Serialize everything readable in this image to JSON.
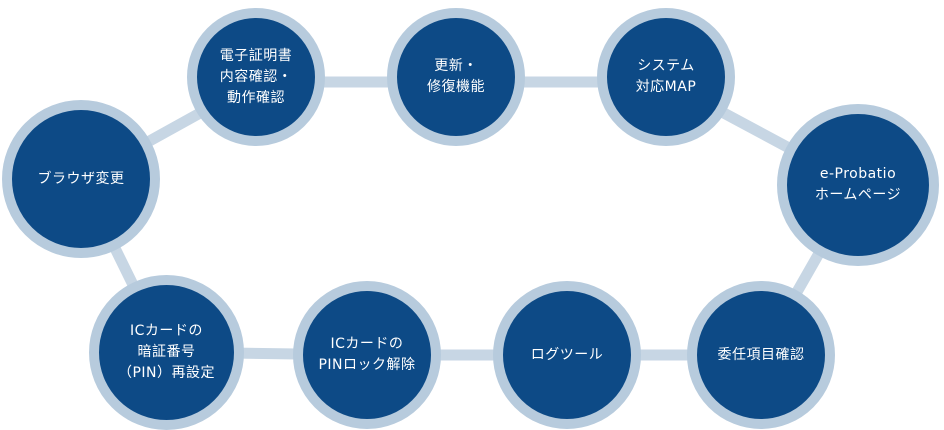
{
  "colors": {
    "node_fill": "#0d4a86",
    "node_ring": "#b7cbdd",
    "connector": "#c7d6e4",
    "label_text": "#ffffff"
  },
  "nodes": [
    {
      "id": "cert-check",
      "label": "電子証明書\n内容確認・\n動作確認"
    },
    {
      "id": "update",
      "label": "更新・\n修復機能"
    },
    {
      "id": "system-map",
      "label": "システム\n対応MAP"
    },
    {
      "id": "homepage",
      "label": "e-Probatio\nホームページ"
    },
    {
      "id": "delegation",
      "label": "委任項目確認"
    },
    {
      "id": "log-tool",
      "label": "ログツール"
    },
    {
      "id": "pin-unlock",
      "label": "ICカードの\nPINロック解除"
    },
    {
      "id": "pin-reset",
      "label": "ICカードの\n暗証番号\n（PIN）再設定"
    },
    {
      "id": "browser-change",
      "label": "ブラウザ変更"
    }
  ]
}
